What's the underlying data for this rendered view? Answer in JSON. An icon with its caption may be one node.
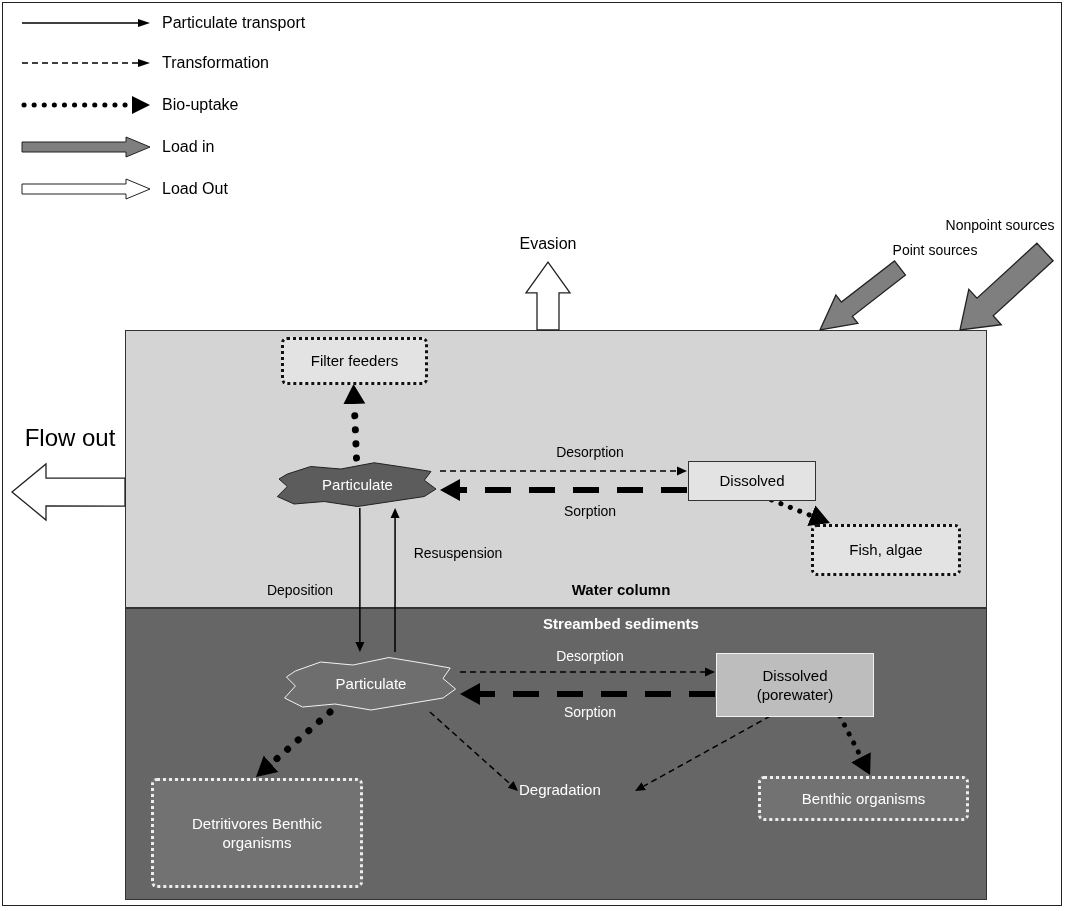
{
  "diagram": {
    "nodes": [
      {
        "text": [
          "Water column"
        ]
      },
      {
        "text": [
          "Filter feeders"
        ],
        "in": 0
      },
      {
        "text": [
          "Particulate"
        ],
        "in": 0
      },
      {
        "text": [
          "Dissolved"
        ],
        "in": 0
      },
      {
        "text": [
          "Fish, algae"
        ],
        "in": 0
      },
      {
        "text": [
          "Streambed sediments"
        ]
      },
      {
        "text": [
          "Particulate"
        ],
        "in": 5
      },
      {
        "text": [
          "Dissolved (porewater)"
        ],
        "in": 5
      },
      {
        "text": [
          "Degradation"
        ],
        "in": 5
      },
      {
        "text": [
          "Detritivores Benthic organisms"
        ],
        "in": 5
      },
      {
        "text": [
          "Benthic organisms"
        ],
        "in": 5
      }
    ],
    "edges": [
      {
        "from": 0,
        "to": null,
        "arrow": "to",
        "label": "Evasion",
        "style": "thick"
      },
      {
        "from": null,
        "to": 0,
        "arrow": "to",
        "label": "Point sources",
        "style": "thick",
        "color": "#7f7f7f"
      },
      {
        "from": null,
        "to": 0,
        "arrow": "to",
        "label": "Nonpoint sources",
        "style": "thick",
        "color": "#7f7f7f"
      },
      {
        "from": 2,
        "to": 1,
        "arrow": "to",
        "style": "dashed"
      },
      {
        "from": 2,
        "to": 3,
        "arrow": "to",
        "label": "Desorption",
        "style": "dashed"
      },
      {
        "from": 3,
        "to": 2,
        "arrow": "to",
        "label": "Sorption",
        "style": "dashed"
      },
      {
        "from": 3,
        "to": 4,
        "arrow": "to",
        "style": "dashed"
      },
      {
        "from": 0,
        "to": null,
        "arrow": "to",
        "label": "Flow out",
        "style": "thick"
      },
      {
        "from": 2,
        "to": 6,
        "arrow": "to",
        "label": "Deposition"
      },
      {
        "from": 6,
        "to": 2,
        "arrow": "to",
        "label": "Resuspension"
      },
      {
        "from": 6,
        "to": 7,
        "arrow": "to",
        "label": "Desorption",
        "style": "dashed"
      },
      {
        "from": 7,
        "to": 6,
        "arrow": "to",
        "label": "Sorption",
        "style": "dashed"
      },
      {
        "from": 6,
        "to": 8,
        "arrow": "to",
        "style": "dashed"
      },
      {
        "from": 7,
        "to": 8,
        "arrow": "to",
        "style": "dashed"
      },
      {
        "from": 7,
        "to": 10,
        "arrow": "to",
        "style": "dashed"
      },
      {
        "from": 6,
        "to": 9,
        "arrow": "to",
        "style": "dashed"
      }
    ],
    "legend": [
      {
        "text": "Particulate transport"
      },
      {
        "text": "Transformation"
      },
      {
        "text": "Bio-uptake"
      },
      {
        "text": "Load in"
      },
      {
        "text": "Load Out"
      }
    ]
  }
}
